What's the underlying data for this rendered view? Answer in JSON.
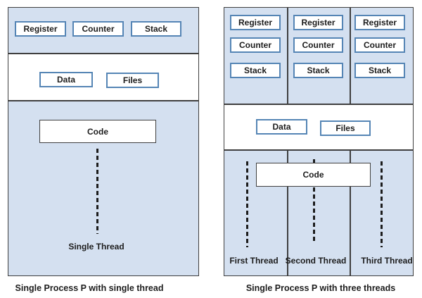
{
  "colors": {
    "panel_fill": "#d4e0f0",
    "box_border": "#5585b5",
    "outline": "#3f3f3f",
    "text": "#1c1c1c"
  },
  "left_diagram": {
    "register_label": "Register",
    "counter_label": "Counter",
    "stack_label": "Stack",
    "data_label": "Data",
    "files_label": "Files",
    "code_label": "Code",
    "thread_label": "Single Thread",
    "caption": "Single Process P with single thread"
  },
  "right_diagram": {
    "columns": [
      {
        "register_label": "Register",
        "counter_label": "Counter",
        "stack_label": "Stack",
        "thread_label": "First Thread"
      },
      {
        "register_label": "Register",
        "counter_label": "Counter",
        "stack_label": "Stack",
        "thread_label": "Second Thread"
      },
      {
        "register_label": "Register",
        "counter_label": "Counter",
        "stack_label": "Stack",
        "thread_label": "Third Thread"
      }
    ],
    "data_label": "Data",
    "files_label": "Files",
    "code_label": "Code",
    "caption": "Single Process P with three threads"
  }
}
